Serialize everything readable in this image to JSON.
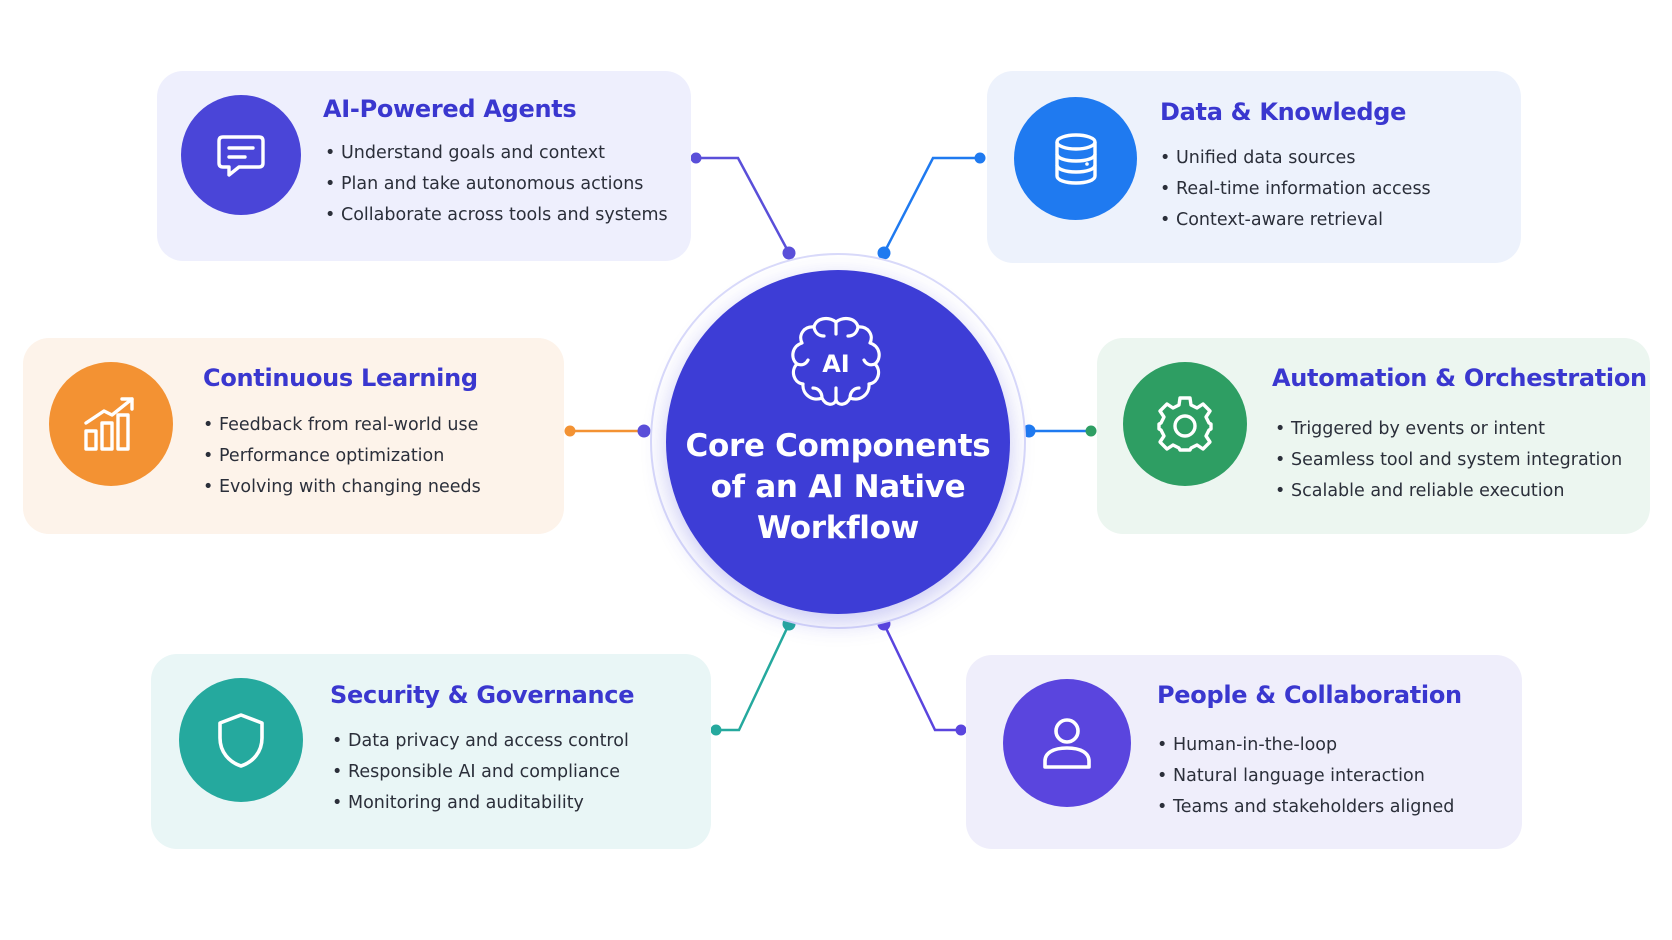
{
  "hub": {
    "icon": "brain-ai-icon",
    "icon_text": "AI",
    "title_lines": [
      "Core Components",
      "of an AI Native",
      "Workflow"
    ]
  },
  "cards": {
    "agents": {
      "title": "AI-Powered Agents",
      "icon": "chat-bubble-icon",
      "color": "#4a45d8",
      "items": [
        "Understand goals and context",
        "Plan and take autonomous actions",
        "Collaborate across tools and systems"
      ]
    },
    "data": {
      "title": "Data & Knowledge",
      "icon": "database-icon",
      "color": "#1f7af0",
      "items": [
        "Unified data sources",
        "Real-time information access",
        "Context-aware retrieval"
      ]
    },
    "learning": {
      "title": "Continuous Learning",
      "icon": "growth-chart-icon",
      "color": "#f39233",
      "items": [
        "Feedback from real-world use",
        "Performance optimization",
        "Evolving with changing needs"
      ]
    },
    "automation": {
      "title": "Automation & Orchestration",
      "icon": "gear-icon",
      "color": "#2e9e63",
      "items": [
        "Triggered by events or intent",
        "Seamless tool and system integration",
        "Scalable and reliable execution"
      ]
    },
    "security": {
      "title": "Security & Governance",
      "icon": "shield-icon",
      "color": "#25a99e",
      "items": [
        "Data privacy and access control",
        "Responsible AI and compliance",
        "Monitoring and auditability"
      ]
    },
    "people": {
      "title": "People & Collaboration",
      "icon": "person-icon",
      "color": "#5a45de",
      "items": [
        "Human-in-the-loop",
        "Natural language interaction",
        "Teams and stakeholders aligned"
      ]
    }
  },
  "colors": {
    "title_text": "#3a37cf",
    "hub": "#3d3dd6",
    "hub_ring": "#d9dafa"
  }
}
